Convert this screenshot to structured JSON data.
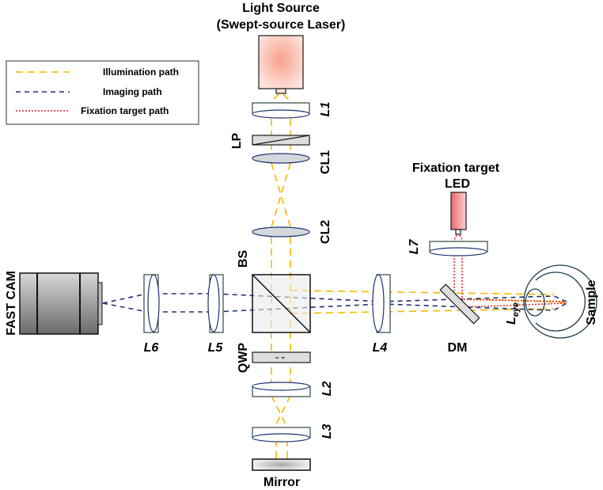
{
  "legend": {
    "items": [
      {
        "label": "Illumination path",
        "color": "#f5b800",
        "style": "long-dash"
      },
      {
        "label": "Imaging path",
        "color": "#1f3170",
        "style": "dash"
      },
      {
        "label": "Fixation target path",
        "color": "#e02020",
        "style": "dotted"
      }
    ]
  },
  "labels": {
    "source_line1": "Light Source",
    "source_line2": "(Swept-source Laser)",
    "l1": "L1",
    "lp": "LP",
    "cl1": "CL1",
    "cl2": "CL2",
    "bs": "BS",
    "qwp": "QWP",
    "qwp_symbol_num": "λ",
    "qwp_symbol_den": "4",
    "l2": "L2",
    "l3": "L3",
    "mirror": "Mirror",
    "camera": "FAST CAM",
    "l6": "L6",
    "l5": "L5",
    "l4": "L4",
    "dm": "DM",
    "fixation_title": "Fixation target",
    "led": "LED",
    "l7": "L7",
    "leye_main": "L",
    "leye_sub": "eye",
    "sample": "Sample"
  }
}
